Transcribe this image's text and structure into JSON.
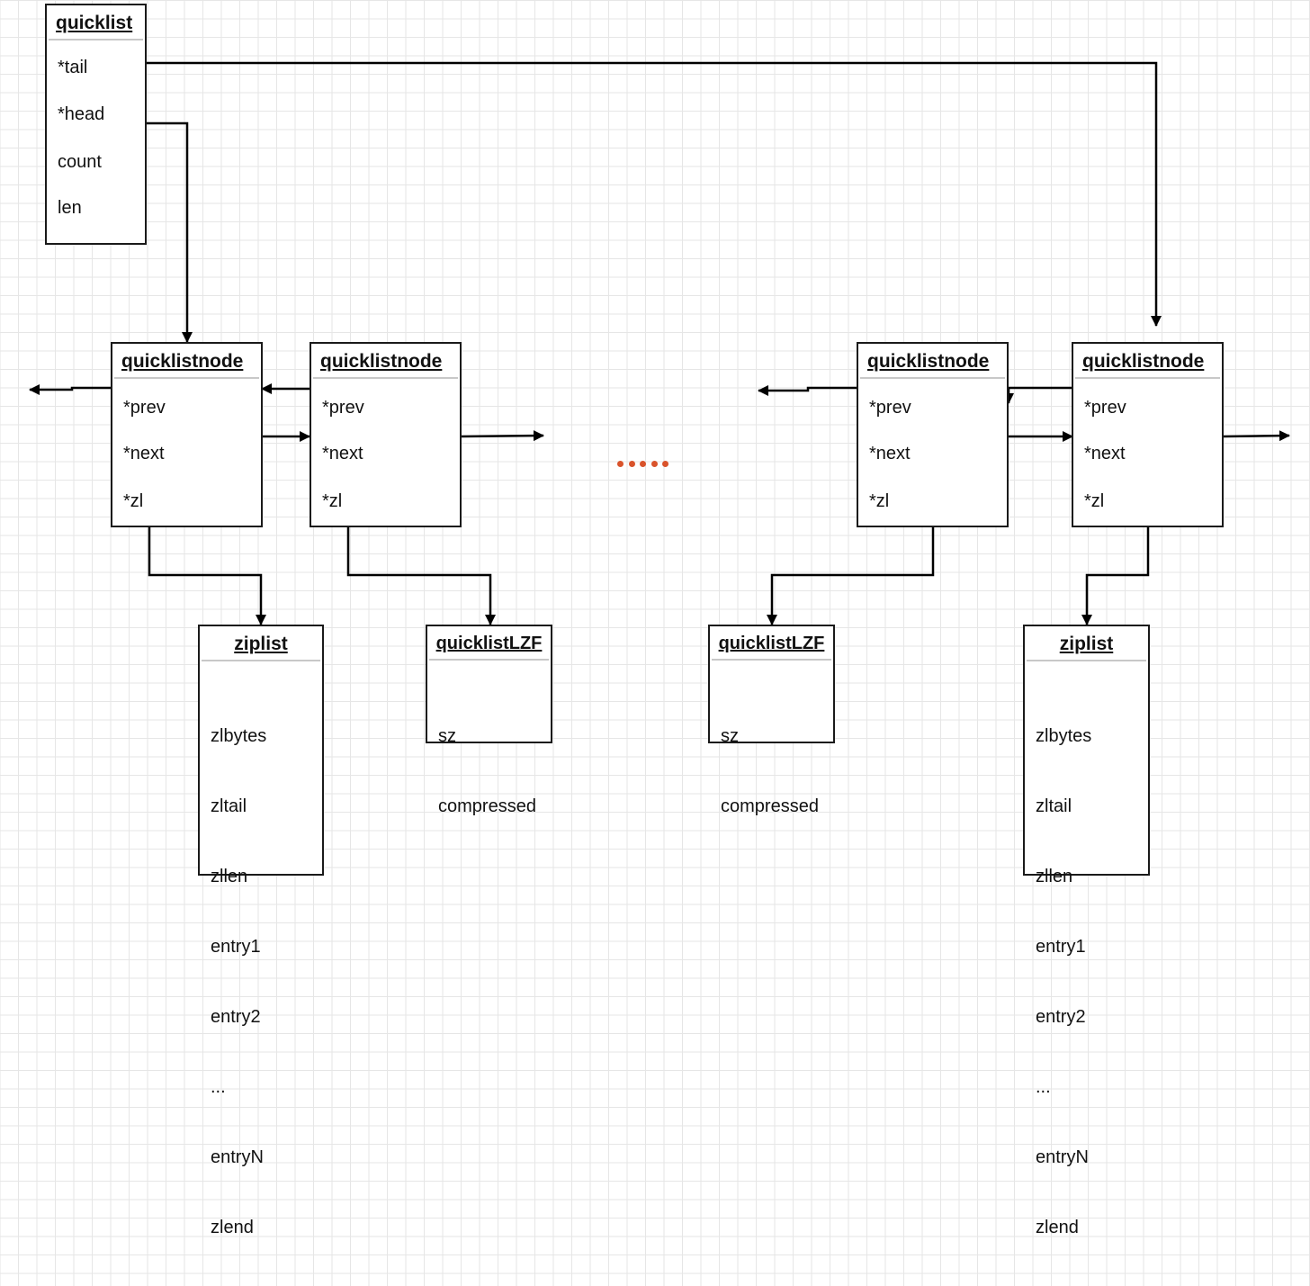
{
  "quicklist": {
    "title": "quicklist",
    "fields": [
      "*tail",
      "*head",
      "count",
      "len"
    ]
  },
  "nodes": [
    {
      "title": "quicklistnode",
      "fields": [
        "*prev",
        "*next",
        "*zl"
      ]
    },
    {
      "title": "quicklistnode",
      "fields": [
        "*prev",
        "*next",
        "*zl"
      ]
    },
    {
      "title": "quicklistnode",
      "fields": [
        "*prev",
        "*next",
        "*zl"
      ]
    },
    {
      "title": "quicklistnode",
      "fields": [
        "*prev",
        "*next",
        "*zl"
      ]
    }
  ],
  "ziplist_left": {
    "title": "ziplist",
    "fields": [
      "zlbytes",
      "zltail",
      "zllen",
      "entry1",
      "entry2",
      "...",
      "entryN",
      "zlend"
    ]
  },
  "ziplist_right": {
    "title": "ziplist",
    "fields": [
      "zlbytes",
      "zltail",
      "zllen",
      "entry1",
      "entry2",
      "...",
      "entryN",
      "zlend"
    ]
  },
  "lzf_left": {
    "title": "quicklistLZF",
    "fields": [
      "sz",
      "compressed"
    ]
  },
  "lzf_right": {
    "title": "quicklistLZF",
    "fields": [
      "sz",
      "compressed"
    ]
  },
  "ellipsis_color": "#d9532b",
  "line_color": "#000000"
}
